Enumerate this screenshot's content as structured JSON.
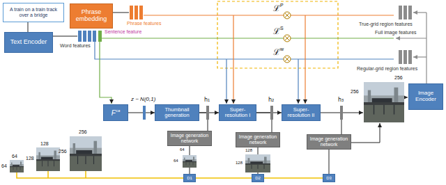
{
  "diagram": {
    "nodes": [
      {
        "text": [
          "A train on a train track over a bridge"
        ]
      },
      {
        "text": [
          "Phrase embedding"
        ]
      },
      {
        "text": [
          "Text Encoder"
        ]
      },
      {
        "text": [
          "Image Encoder"
        ]
      },
      {
        "text": [
          "F",
          "ca"
        ]
      },
      {
        "text": [
          "Thumbnail generation"
        ]
      },
      {
        "text": [
          "Super-resolution I"
        ]
      },
      {
        "text": [
          "Super-resolution II"
        ]
      },
      {
        "text": [
          "Image generation network"
        ]
      },
      {
        "text": [
          "Image generation network"
        ]
      },
      {
        "text": [
          "Image generation network"
        ]
      },
      {
        "text": [
          "D1"
        ]
      },
      {
        "text": [
          "D2"
        ]
      },
      {
        "text": [
          "D3"
        ]
      }
    ],
    "edges": [
      {
        "from": 0,
        "to": 2,
        "arrow": "none"
      },
      {
        "from": 4,
        "to": 5,
        "arrow": "to"
      },
      {
        "from": 5,
        "to": 6,
        "arrow": "to"
      },
      {
        "from": 6,
        "to": 7,
        "arrow": "to"
      },
      {
        "from": 5,
        "to": 8,
        "arrow": "none"
      },
      {
        "from": 6,
        "to": 9,
        "arrow": "none"
      },
      {
        "from": 7,
        "to": 10,
        "arrow": "none"
      },
      {
        "from": 8,
        "to": 11,
        "arrow": "none"
      },
      {
        "from": 9,
        "to": 12,
        "arrow": "none"
      },
      {
        "from": 10,
        "to": 13,
        "arrow": "none"
      },
      {
        "from": 11,
        "to": 12,
        "arrow": "none"
      },
      {
        "from": 12,
        "to": 13,
        "arrow": "none"
      }
    ],
    "labels": [
      "Word features",
      "Sentence feature",
      "Phrase features",
      "ℒ",
      "P",
      "ℒ",
      "S",
      "ℒ",
      "w",
      "True-grid region features",
      "Full image features",
      "Regular-grid region features",
      "256",
      "256",
      "z ~ N(0,1)",
      "h₁",
      "h₂",
      "h₃",
      "64",
      "64",
      "128",
      "128",
      "64",
      "64",
      "128",
      "128",
      "256",
      "256"
    ]
  }
}
